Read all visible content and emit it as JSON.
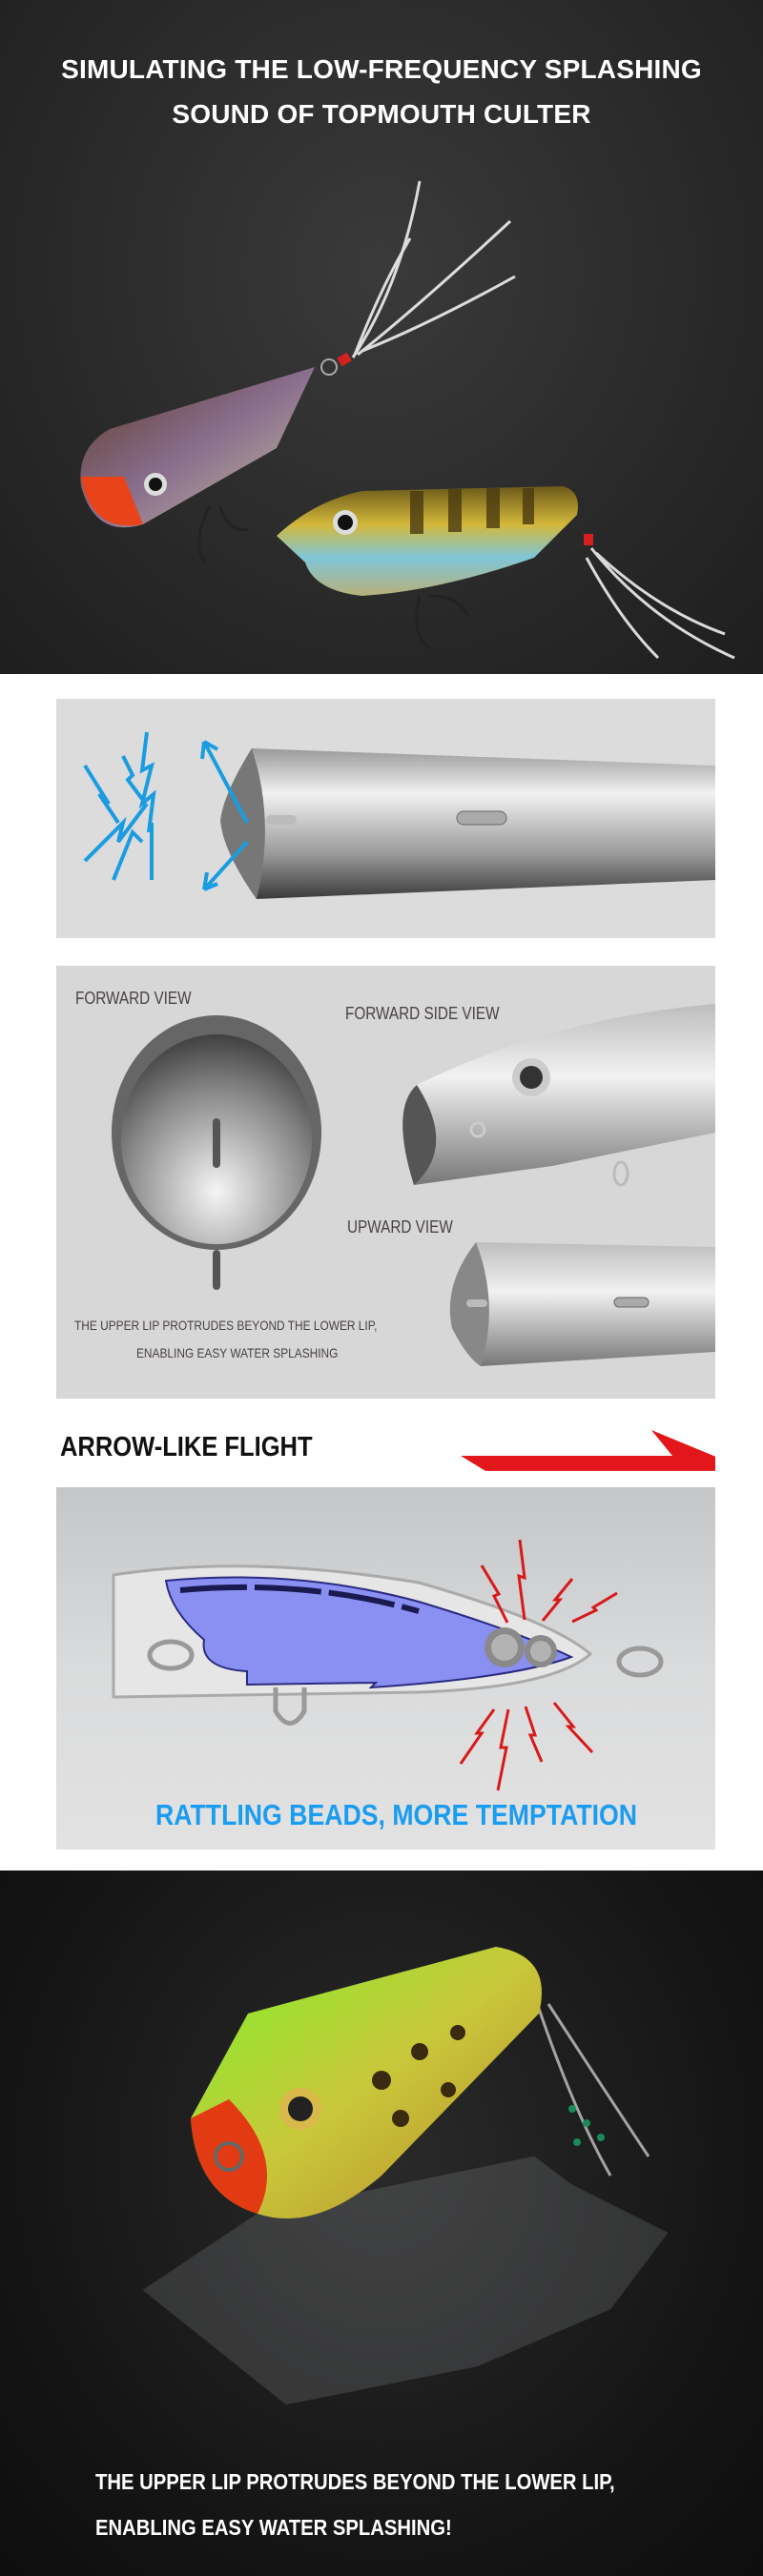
{
  "hero": {
    "title_line1": "SIMULATING THE LOW-FREQUENCY SPLASHING",
    "title_line2": "SOUND OF TOPMOUTH CULTER"
  },
  "views": {
    "forward": "FORWARD VIEW",
    "forward_side": "FORWARD SIDE VIEW",
    "upward": "UPWARD VIEW",
    "caption_line1": "THE UPPER LIP PROTRUDES BEYOND THE LOWER LIP,",
    "caption_line2": "ENABLING EASY WATER SPLASHING"
  },
  "flight": {
    "title": "ARROW-LIKE FLIGHT",
    "arrow_color": "#e3161b"
  },
  "rattle": {
    "title": "RATTLING BEADS, MORE TEMPTATION",
    "color": "#1a9cf0"
  },
  "bottom": {
    "line1": "THE UPPER LIP PROTRUDES BEYOND THE LOWER LIP,",
    "line2": "ENABLING EASY WATER SPLASHING!"
  }
}
